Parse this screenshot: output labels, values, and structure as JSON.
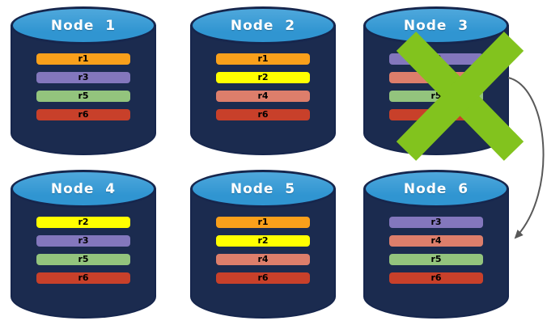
{
  "palette": {
    "background": "#FFFFFF",
    "cylinder_body": "#1B2B4F",
    "cylinder_top": "#3095D1",
    "cylinder_border": "#16264D",
    "node_title": "#FFFFFF",
    "replica_label": "#000000",
    "x_mark": "#82C31E",
    "arrow": "#595959"
  },
  "replica_colors": {
    "r1": "#F9A01B",
    "r2": "#FFFF00",
    "r3": "#8377BD",
    "r4": "#DD7E6B",
    "r5": "#93C47D",
    "r6": "#C8402A"
  },
  "nodes": [
    {
      "title": "Node  1",
      "failed": false,
      "replicas": [
        {
          "label": "r1",
          "color": "#F9A01B"
        },
        {
          "label": "r3",
          "color": "#8377BD"
        },
        {
          "label": "r5",
          "color": "#93C47D"
        },
        {
          "label": "r6",
          "color": "#C8402A"
        }
      ]
    },
    {
      "title": "Node  2",
      "failed": false,
      "replicas": [
        {
          "label": "r1",
          "color": "#F9A01B"
        },
        {
          "label": "r2",
          "color": "#FFFF00"
        },
        {
          "label": "r4",
          "color": "#DD7E6B"
        },
        {
          "label": "r6",
          "color": "#C8402A"
        }
      ]
    },
    {
      "title": "Node  3",
      "failed": true,
      "replicas": [
        {
          "label": "r3",
          "color": "#8377BD"
        },
        {
          "label": "r4",
          "color": "#DD7E6B"
        },
        {
          "label": "r5",
          "color": "#93C47D"
        },
        {
          "label": "r6",
          "color": "#C8402A"
        }
      ]
    },
    {
      "title": "Node  4",
      "failed": false,
      "replicas": [
        {
          "label": "r2",
          "color": "#FFFF00"
        },
        {
          "label": "r3",
          "color": "#8377BD"
        },
        {
          "label": "r5",
          "color": "#93C47D"
        },
        {
          "label": "r6",
          "color": "#C8402A"
        }
      ]
    },
    {
      "title": "Node  5",
      "failed": false,
      "replicas": [
        {
          "label": "r1",
          "color": "#F9A01B"
        },
        {
          "label": "r2",
          "color": "#FFFF00"
        },
        {
          "label": "r4",
          "color": "#DD7E6B"
        },
        {
          "label": "r6",
          "color": "#C8402A"
        }
      ]
    },
    {
      "title": "Node  6",
      "failed": false,
      "replicas": [
        {
          "label": "r3",
          "color": "#8377BD"
        },
        {
          "label": "r4",
          "color": "#DD7E6B"
        },
        {
          "label": "r5",
          "color": "#93C47D"
        },
        {
          "label": "r6",
          "color": "#C8402A"
        }
      ]
    }
  ],
  "annotations": {
    "failure_mark_on": "Node  3",
    "arrow_from": "Node  3",
    "arrow_to": "Node  6"
  }
}
